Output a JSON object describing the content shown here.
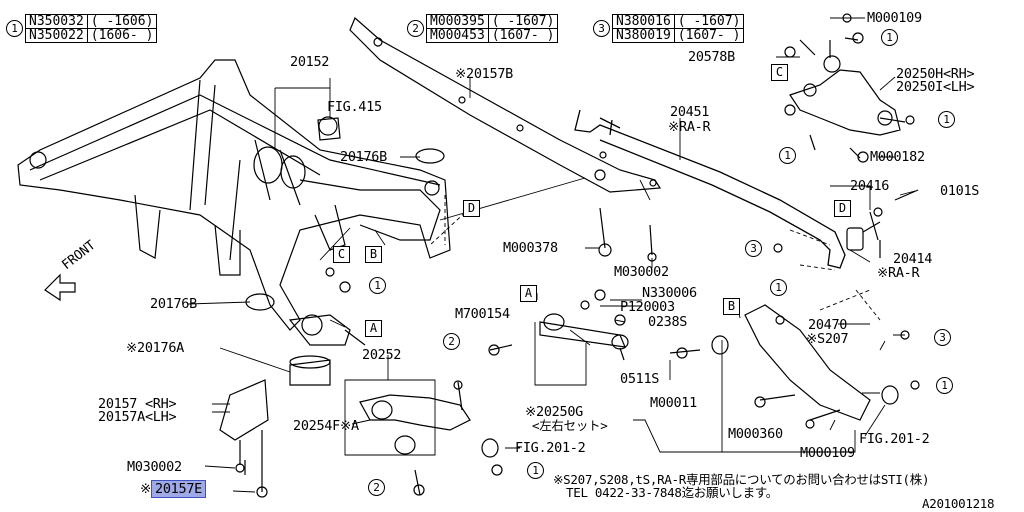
{
  "legend": {
    "g1": {
      "num": "1",
      "rows": [
        [
          "N350032",
          "( -1606)"
        ],
        [
          "N350022",
          "(1606- )"
        ]
      ]
    },
    "g2": {
      "num": "2",
      "rows": [
        [
          "M000395",
          "( -1607)"
        ],
        [
          "M000453",
          "(1607- )"
        ]
      ]
    },
    "g3": {
      "num": "3",
      "rows": [
        [
          "N380016",
          "( -1607)"
        ],
        [
          "N380019",
          "(1607- )"
        ]
      ]
    }
  },
  "labels": {
    "p20152": "20152",
    "fig415": "FIG.415",
    "p20176b_top": "20176B",
    "p20157b": "※20157B",
    "p20451": "20451",
    "ra_r_1": "※RA-R",
    "m000109_top": "M000109",
    "p20578b": "20578B",
    "p20250h": "20250H<RH>",
    "p20250i": "20250I<LH>",
    "m000182": "M000182",
    "p20416": "20416",
    "p0101s": "0101S",
    "p20414": "20414",
    "ra_r_2": "※RA-R",
    "m000378": "M000378",
    "m030002_mid": "M030002",
    "n330006": "N330006",
    "p120003": "P120003",
    "m700154": "M700154",
    "p0238s": "0238S",
    "p0511s": "0511S",
    "m00011": "M00011",
    "p20470": "20470",
    "s207": "※S207",
    "p20176b_left": "20176B",
    "p20176a": "※20176A",
    "p20252": "20252",
    "p20254f": "20254F",
    "star_a": "※A",
    "p20157_rh": "20157 <RH>",
    "p20157a_lh": "20157A<LH>",
    "m030002_low": "M030002",
    "p20157e": "20157E",
    "star_e": "※",
    "p20250g": "※20250G",
    "sayu_set": "<左右セット>",
    "fig201_a": "FIG.201-2",
    "fig201_b": "FIG.201-2",
    "m000360": "M000360",
    "m000109_low": "M000109",
    "front": "FRONT"
  },
  "boxes": {
    "A": "A",
    "B": "B",
    "C": "C",
    "D": "D"
  },
  "callouts": {
    "one": "1",
    "two": "2",
    "three": "3"
  },
  "notes": {
    "line1": "※S207,S208,tS,RA-R専用部品についてのお問い合わせはSTI(株)",
    "line2": "TEL 0422-33-7848迄お願いします。",
    "ref": "A201001218"
  }
}
